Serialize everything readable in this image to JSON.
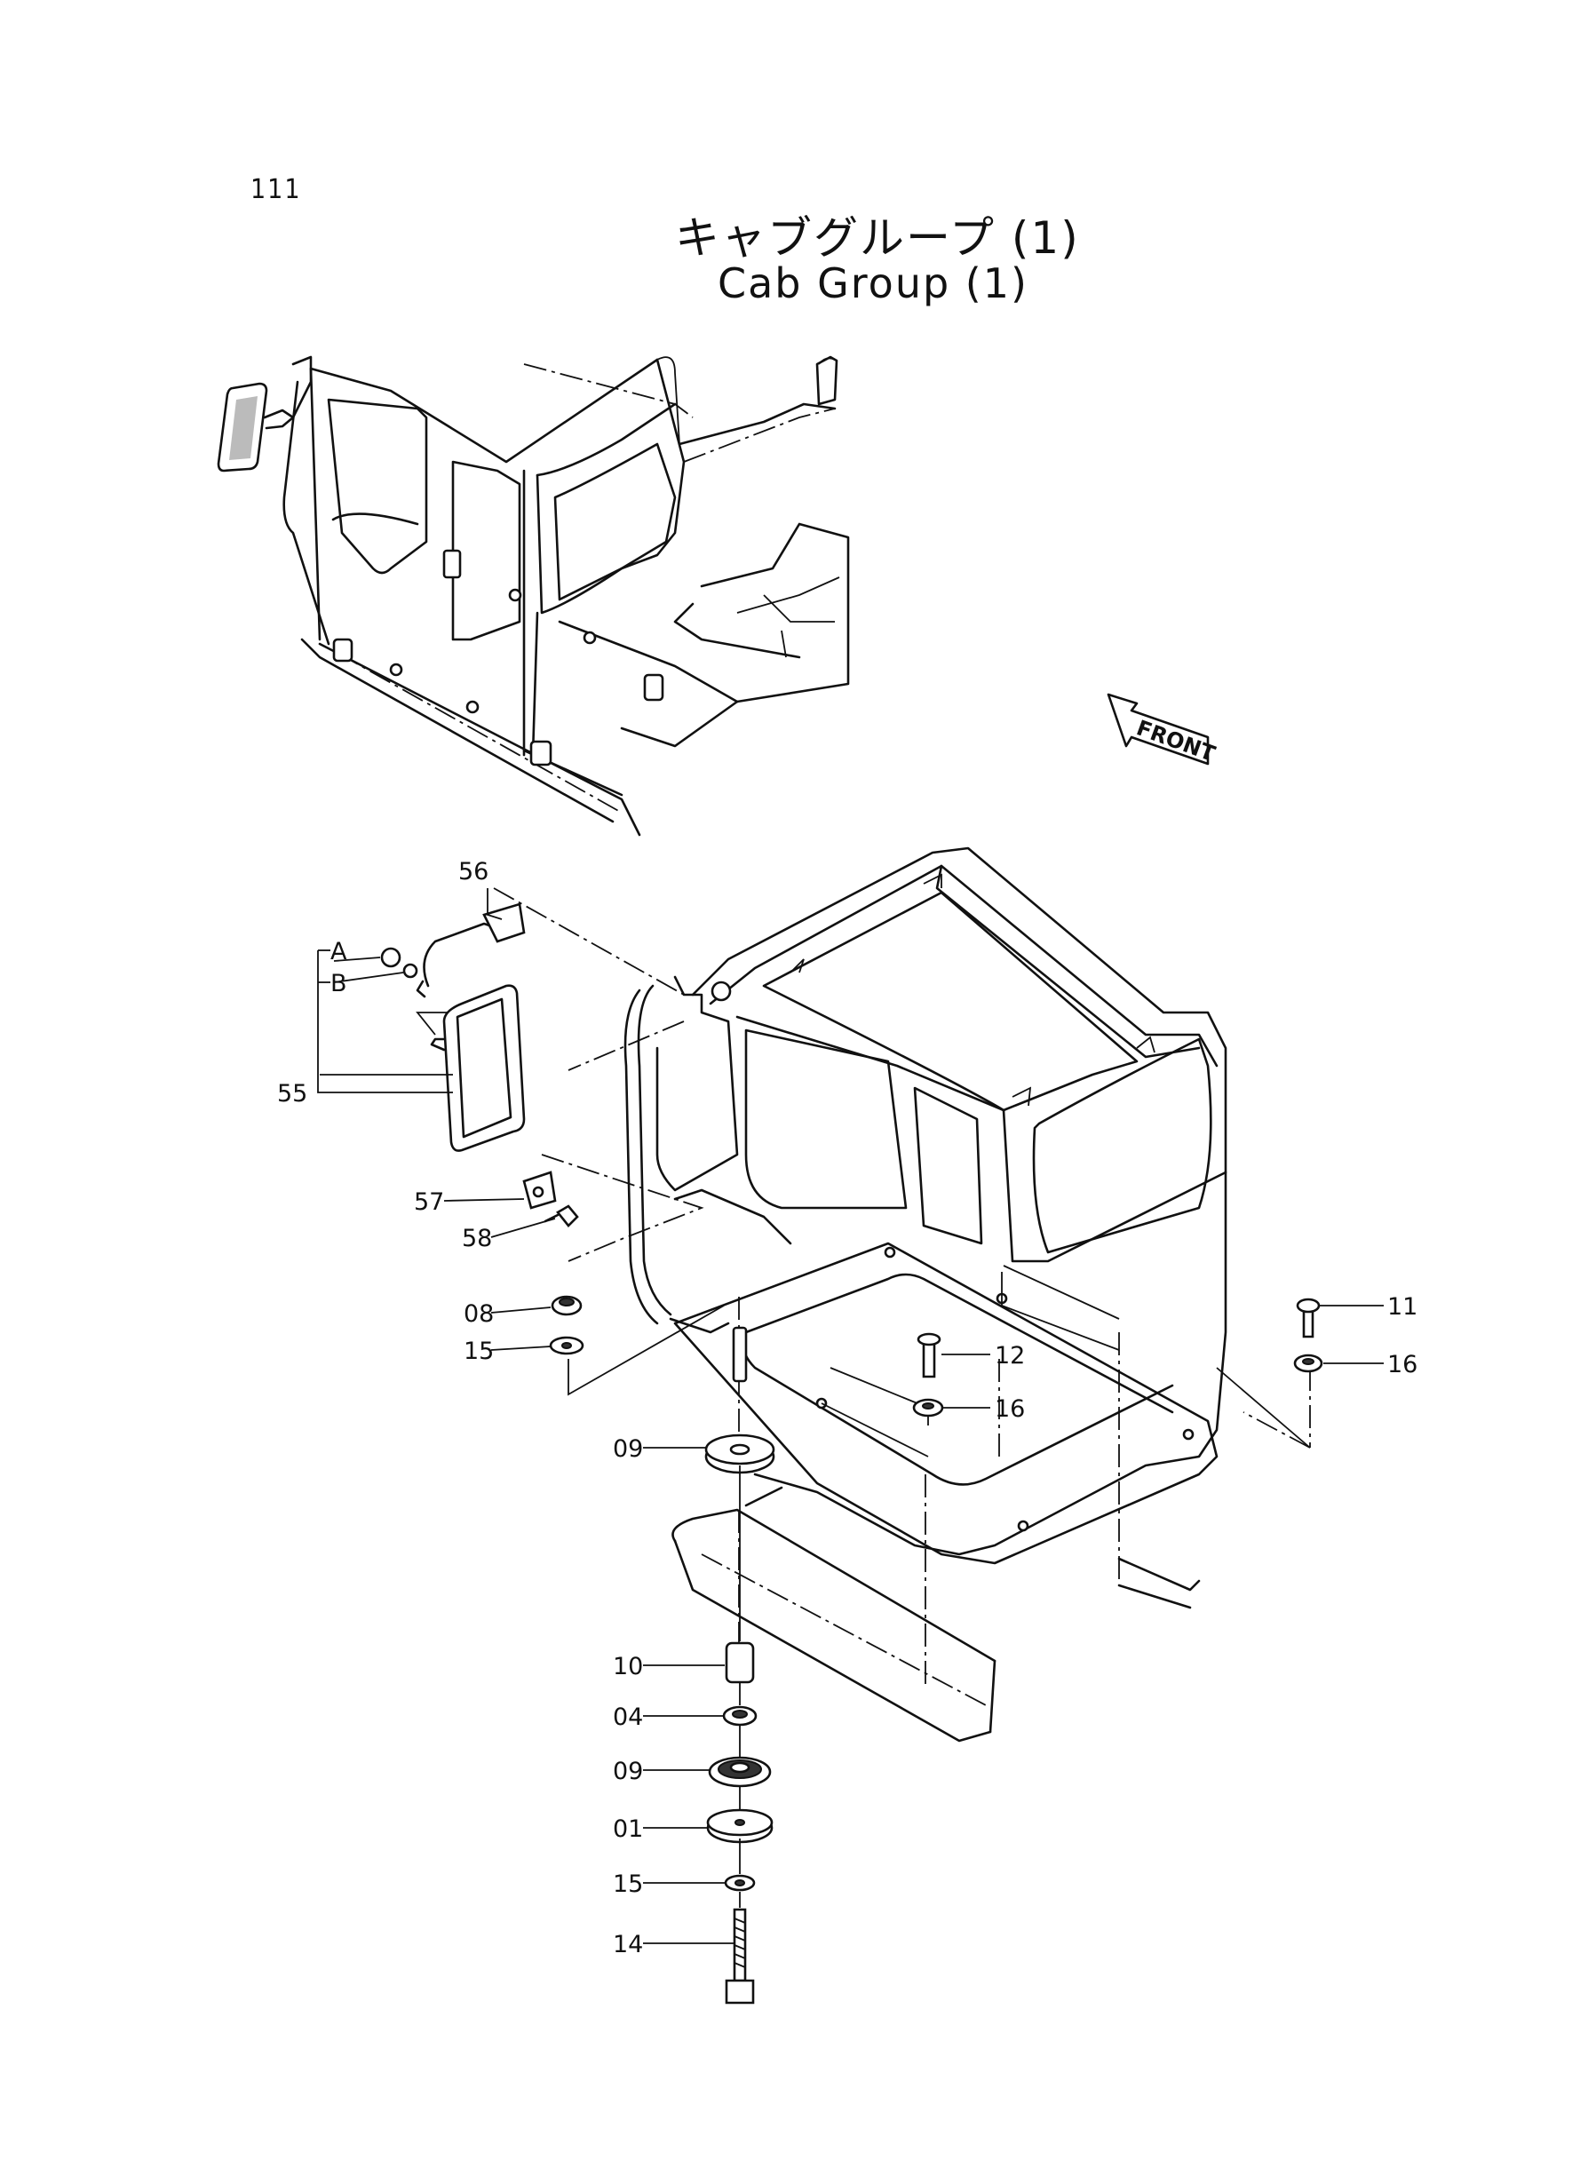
{
  "page_number": "111",
  "title_jp": "キャブグループ (1)",
  "title_en": "Cab Group (1)",
  "front_label": "FRONT",
  "callouts": {
    "c56": "56",
    "cA": "A",
    "cB": "B",
    "c55": "55",
    "c57": "57",
    "c58": "58",
    "c08": "08",
    "c15a": "15",
    "c09a": "09",
    "c10": "10",
    "c04": "04",
    "c09b": "09",
    "c01": "01",
    "c15b": "15",
    "c14": "14",
    "c12": "12",
    "c16a": "16",
    "c11": "11",
    "c16b": "16"
  }
}
